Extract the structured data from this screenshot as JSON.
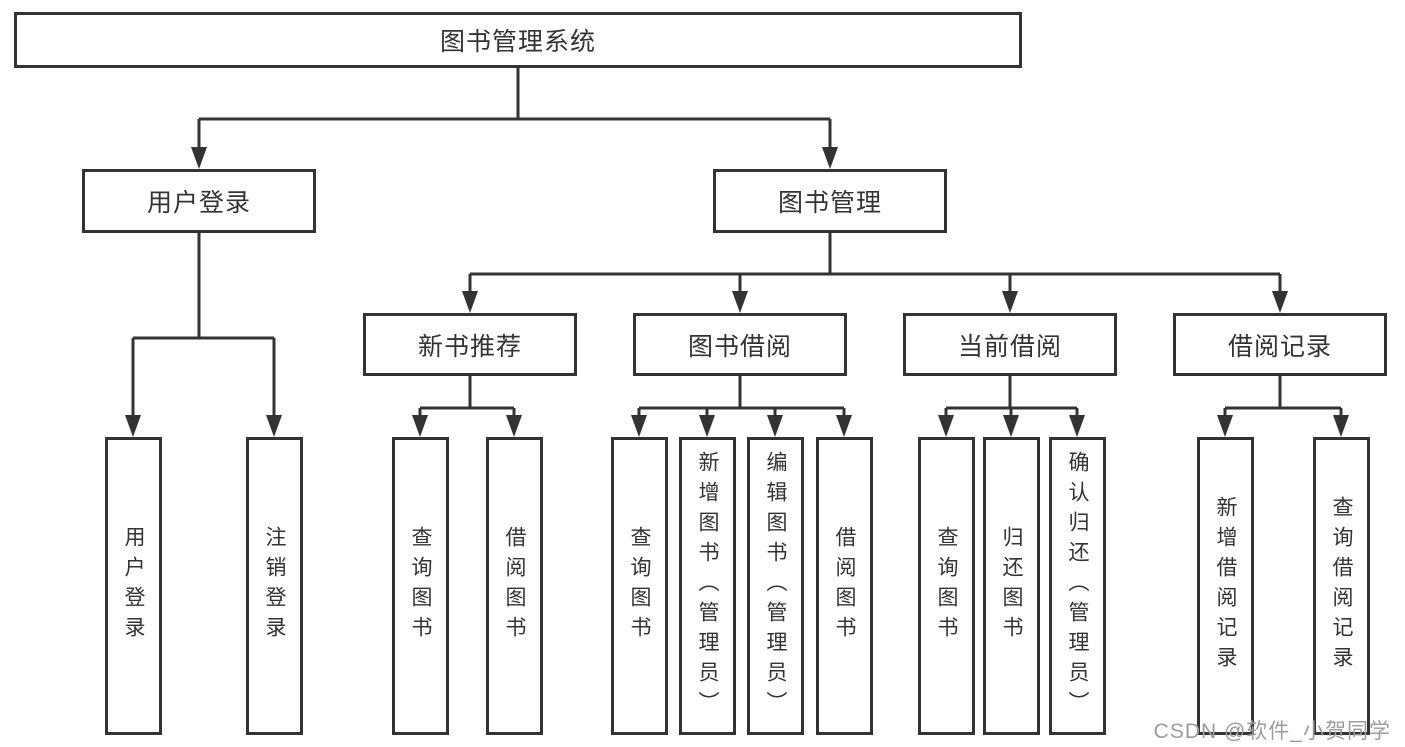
{
  "nodes": {
    "root": {
      "label": "图书管理系统"
    },
    "level2": [
      {
        "label": "用户登录"
      },
      {
        "label": "图书管理"
      }
    ],
    "level3": [
      {
        "label": "新书推荐"
      },
      {
        "label": "图书借阅"
      },
      {
        "label": "当前借阅"
      },
      {
        "label": "借阅记录"
      }
    ],
    "leaves": {
      "user_login": [
        {
          "label": "用户登录"
        },
        {
          "label": "注销登录"
        }
      ],
      "new_book_recommend": [
        {
          "label": "查询图书"
        },
        {
          "label": "借阅图书"
        }
      ],
      "book_borrowing": [
        {
          "label": "查询图书"
        },
        {
          "label": "新增图书（管理员）"
        },
        {
          "label": "编辑图书（管理员）"
        },
        {
          "label": "借阅图书"
        }
      ],
      "current_borrowing": [
        {
          "label": "查询图书"
        },
        {
          "label": "归还图书"
        },
        {
          "label": "确认归还（管理员）"
        }
      ],
      "borrowing_records": [
        {
          "label": "新增借阅记录"
        },
        {
          "label": "查询借阅记录"
        }
      ]
    }
  },
  "watermark": {
    "text": "CSDN @软件_小贺同学"
  },
  "colors": {
    "line": "#333333",
    "text": "#333333",
    "background": "#ffffff",
    "watermark": "#9c9c9c"
  }
}
